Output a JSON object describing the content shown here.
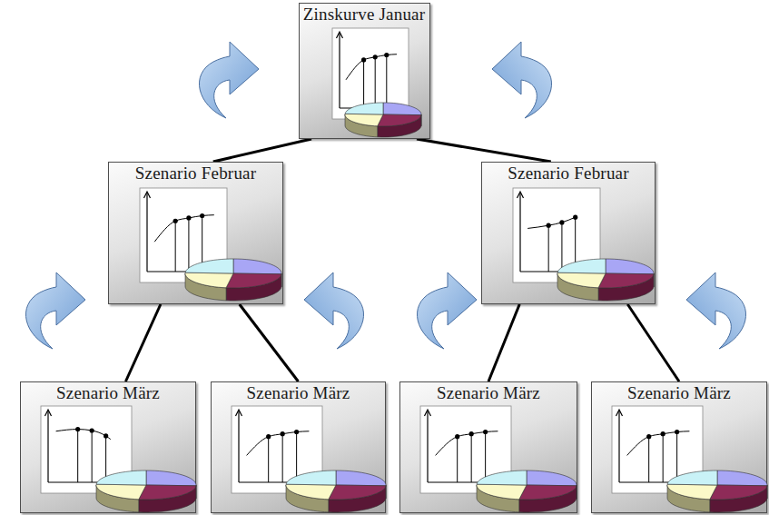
{
  "diagram": {
    "nodes": [
      {
        "text": [
          "Zinskurve Januar"
        ]
      },
      {
        "text": [
          "Szenario Februar"
        ]
      },
      {
        "text": [
          "Szenario Februar"
        ]
      },
      {
        "text": [
          "Szenario März"
        ]
      },
      {
        "text": [
          "Szenario März"
        ]
      },
      {
        "text": [
          "Szenario März"
        ]
      },
      {
        "text": [
          "Szenario März"
        ]
      }
    ],
    "edges": [
      {
        "from": 0,
        "to": 1,
        "arrow": "none"
      },
      {
        "from": 0,
        "to": 2,
        "arrow": "none"
      },
      {
        "from": 1,
        "to": 3,
        "arrow": "none"
      },
      {
        "from": 1,
        "to": 4,
        "arrow": "none"
      },
      {
        "from": 2,
        "to": 5,
        "arrow": "none"
      },
      {
        "from": 2,
        "to": 6,
        "arrow": "none"
      }
    ]
  }
}
